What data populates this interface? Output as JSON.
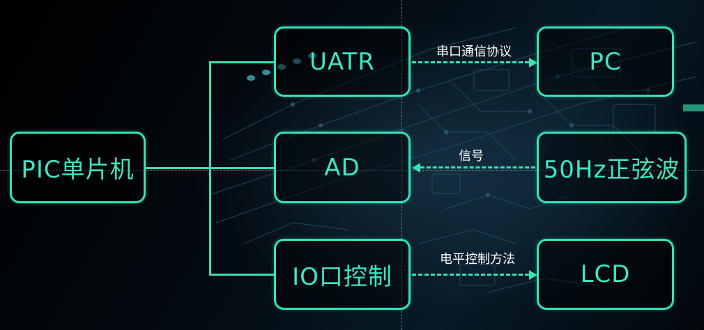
{
  "nodes": {
    "pic": "PIC单片机",
    "uatr": "UATR",
    "ad": "AD",
    "io": "IO口控制",
    "pc": "PC",
    "sine": "50Hz正弦波",
    "lcd": "LCD"
  },
  "edges": {
    "uatr_pc": "串口通信协议",
    "sine_ad": "信号",
    "io_lcd": "电平控制方法"
  },
  "colors": {
    "accent": "#35e3b6",
    "text": "#3fe6c2",
    "label": "#ffffff",
    "background": "#000000"
  }
}
